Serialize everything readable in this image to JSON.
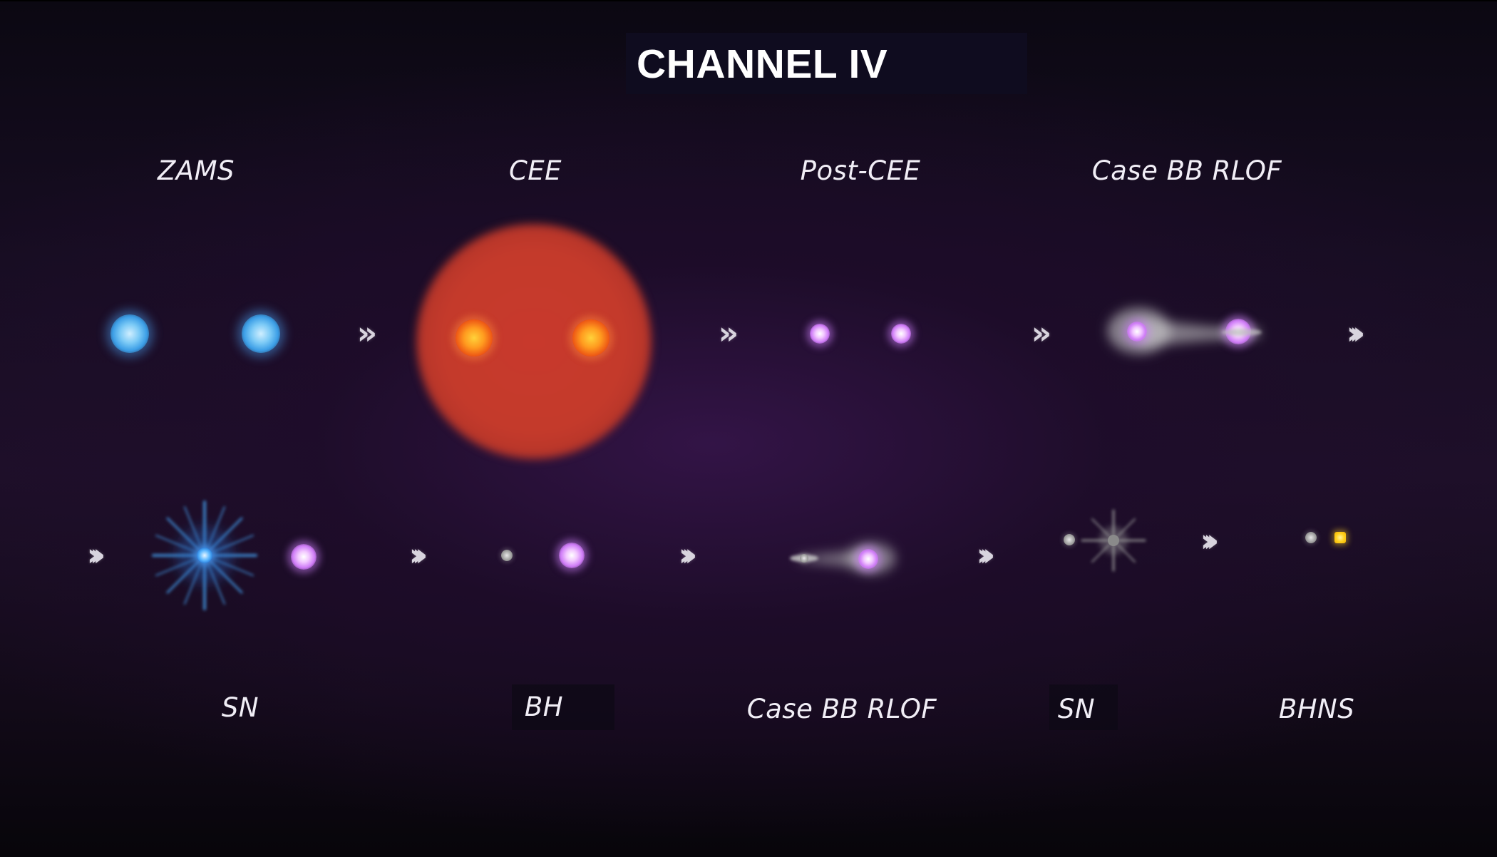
{
  "title": "CHANNEL IV",
  "top_row": {
    "stages": [
      {
        "label": "ZAMS"
      },
      {
        "label": "CEE"
      },
      {
        "label": "Post-CEE"
      },
      {
        "label": "Case BB RLOF"
      }
    ]
  },
  "bottom_row": {
    "stages": [
      {
        "label": "SN"
      },
      {
        "label": "BH"
      },
      {
        "label": "Case BB RLOF"
      },
      {
        "label": "SN"
      },
      {
        "label": "BHNS"
      }
    ]
  },
  "arrow_glyphs": {
    "double": "»",
    "triple": "›››"
  },
  "colors": {
    "background": "#1e1029",
    "ms_star_blue": "#7ccaf6",
    "giant_star_orange": "#ff9b1f",
    "common_envelope_red": "#c43a2b",
    "stripped_star_violet": "#cf7cf7",
    "compact_object_gray": "#a8a8a8",
    "neutron_star_yellow": "#ffd21f",
    "label_text": "#f1eef6"
  }
}
